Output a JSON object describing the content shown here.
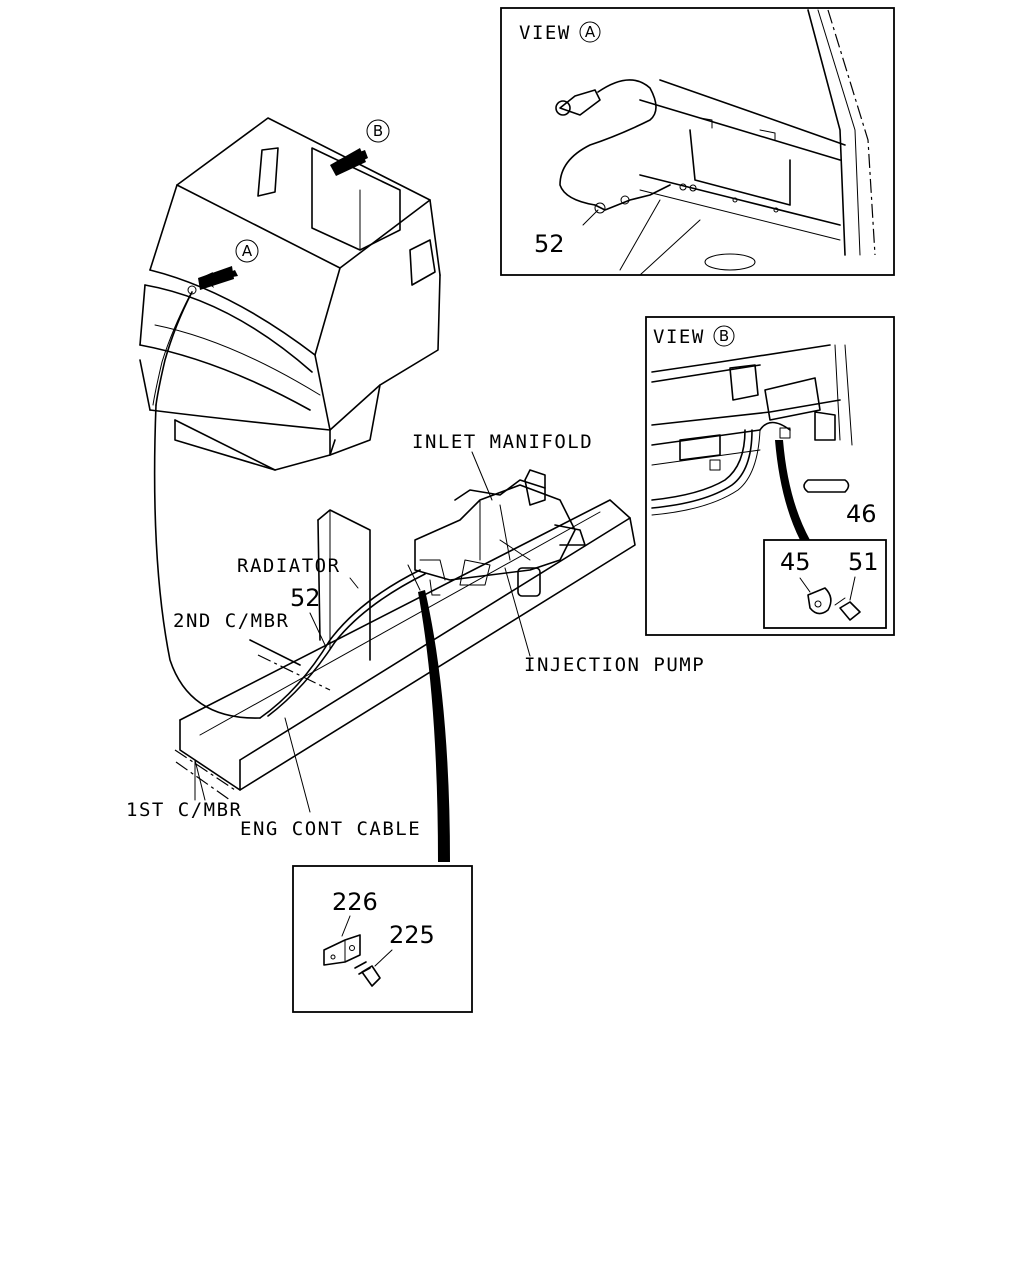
{
  "views": {
    "a": {
      "title": "VIEW",
      "marker": "A"
    },
    "b": {
      "title": "VIEW",
      "marker": "B"
    }
  },
  "markers": {
    "a": "A",
    "b": "B"
  },
  "labels": {
    "inlet_manifold": "INLET MANIFOLD",
    "radiator": "RADIATOR",
    "second_cross_member": "2ND C/MBR",
    "injection_pump": "INJECTION PUMP",
    "first_cross_member": "1ST C/MBR",
    "engine_control_cable": "ENG CONT CABLE"
  },
  "part_numbers": {
    "cable_main": "52",
    "cable_view_a": "52",
    "pin": "46",
    "clip": "45",
    "clip_bolt": "51",
    "bracket": "226",
    "bracket_bolt": "225"
  }
}
